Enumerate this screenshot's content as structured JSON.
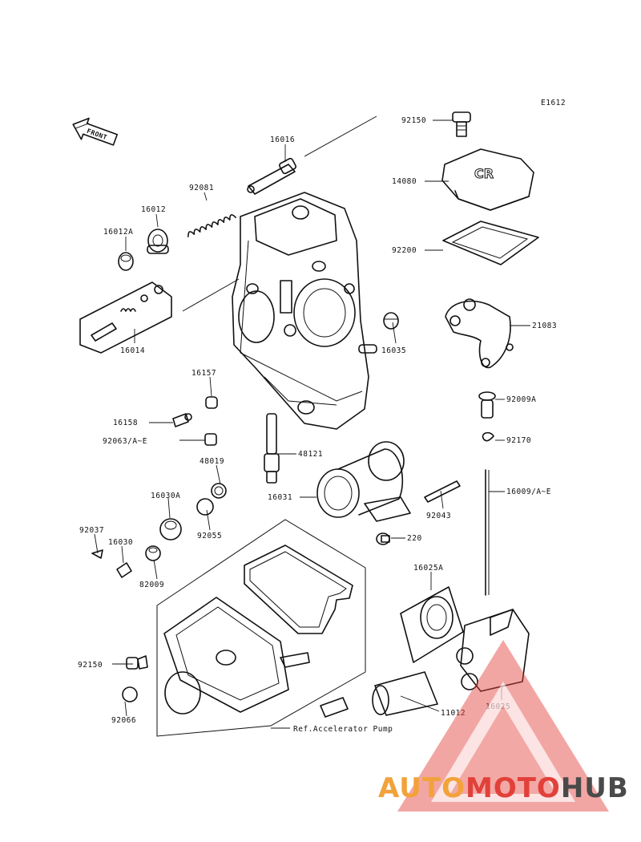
{
  "diagram": {
    "code": "E1612",
    "front_label": "FRONT",
    "ref_note": "Ref.Accelerator Pump",
    "parts": [
      "92150",
      "14080",
      "92200",
      "21083",
      "16016",
      "92081",
      "16012",
      "16012A",
      "16014",
      "16035",
      "16157",
      "16158",
      "92063/A~E",
      "48121",
      "48019",
      "16030A",
      "92055",
      "16031",
      "92037",
      "16030",
      "82009",
      "220",
      "92043",
      "92009A",
      "92170",
      "16009/A~E",
      "16025A",
      "16025",
      "11012",
      "92150",
      "92066"
    ]
  },
  "watermark": {
    "part1": "AUTO",
    "part2": "MOTO",
    "part3": "HUB",
    "colors": {
      "orange": "#f2a23a",
      "red": "#e2403a",
      "dark": "#4a4a4a"
    }
  }
}
